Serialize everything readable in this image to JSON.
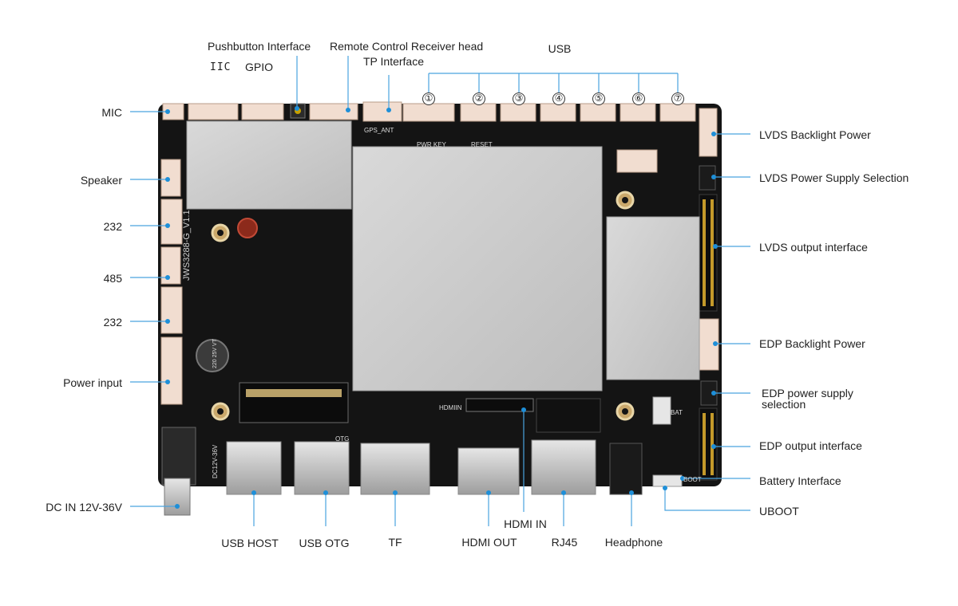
{
  "board": {
    "model": "JWS3288-G_V1.1",
    "silkscreen": {
      "pwr_key": "PWR KEY",
      "reset": "RESET",
      "gps_ant": "GPS_ANT",
      "hdmi_in": "HDMIIN",
      "otg": "OTG",
      "bat": "BAT",
      "boot": "BOOT",
      "dc_rating": "DC12V-36V",
      "cap_rating": "220 25V VT"
    }
  },
  "labels": {
    "left": {
      "mic": "MIC",
      "speaker": "Speaker",
      "rs232_1": "232",
      "rs485": "485",
      "rs232_2": "232",
      "power_input": "Power input",
      "dc_in": "DC IN 12V-36V"
    },
    "top": {
      "iic": "IIC",
      "gpio": "GPIO",
      "pushbutton": "Pushbutton Interface",
      "remote": "Remote Control Receiver head",
      "tp": "TP Interface",
      "usb": "USB",
      "usb_ports": [
        "①",
        "②",
        "③",
        "④",
        "⑤",
        "⑥",
        "⑦"
      ]
    },
    "right": {
      "lvds_backlight": "LVDS Backlight Power",
      "lvds_power_sel": "LVDS Power Supply Selection",
      "lvds_output": "LVDS output interface",
      "edp_backlight": "EDP Backlight Power",
      "edp_power_sel_1": "EDP power supply",
      "edp_power_sel_2": "selection",
      "edp_output": "EDP output interface",
      "battery": "Battery Interface",
      "uboot": "UBOOT"
    },
    "bottom": {
      "usb_host": "USB HOST",
      "usb_otg": "USB OTG",
      "tf": "TF",
      "hdmi_out": "HDMI OUT",
      "hdmi_in": "HDMI IN",
      "rj45": "RJ45",
      "headphone": "Headphone"
    }
  },
  "colors": {
    "pcb": "#141414",
    "shield": "#c9c9c9",
    "connector": "#f1ddd0",
    "leader_line": "#4aa3df",
    "leader_dot": "#1e8fd8"
  }
}
